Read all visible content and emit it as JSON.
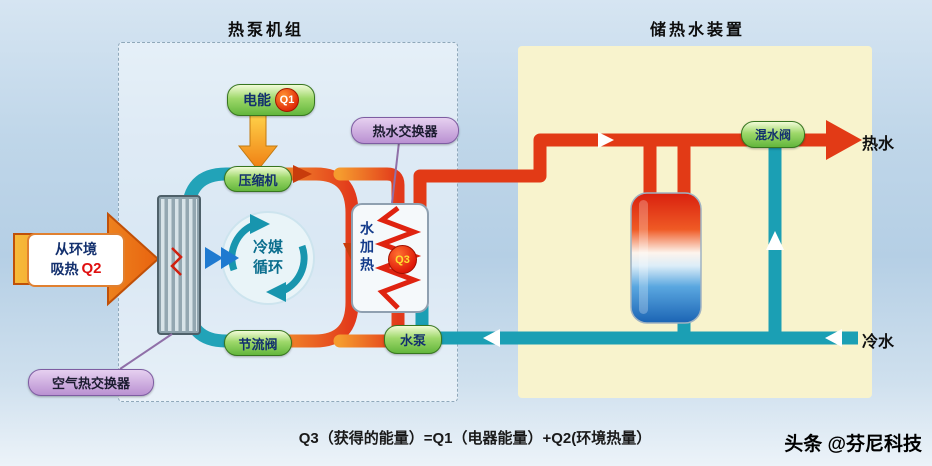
{
  "titles": {
    "heat_pump_unit": "热泵机组",
    "storage_unit": "储热水装置"
  },
  "labels": {
    "electric_energy": "电能",
    "q1": "Q1",
    "compressor": "压缩机",
    "refrigerant_cycle": "冷媒循环",
    "throttle_valve": "节流阀",
    "air_heat_exchanger": "空气热交换器",
    "hot_water_exchanger": "热水交换器",
    "water_heating": "水加热",
    "q3": "Q3",
    "water_pump": "水泵",
    "mixing_valve": "混水阀",
    "hot_water": "热水",
    "cold_water": "冷水"
  },
  "env_heat": {
    "line1": "从环境",
    "line2": "吸热",
    "q2": "Q2"
  },
  "formula": "Q3（获得的能量）=Q1（电器能量）+Q2(环境热量）",
  "watermark": "头条 @芬尼科技",
  "colors": {
    "hot_pipe": "#e23a16",
    "cold_pipe": "#1b9fb4",
    "panel_yellow": "#f8f3cd",
    "pill_green": "#7cc353",
    "pill_purple": "#c3a0d6",
    "background": "#bfd6e9"
  }
}
